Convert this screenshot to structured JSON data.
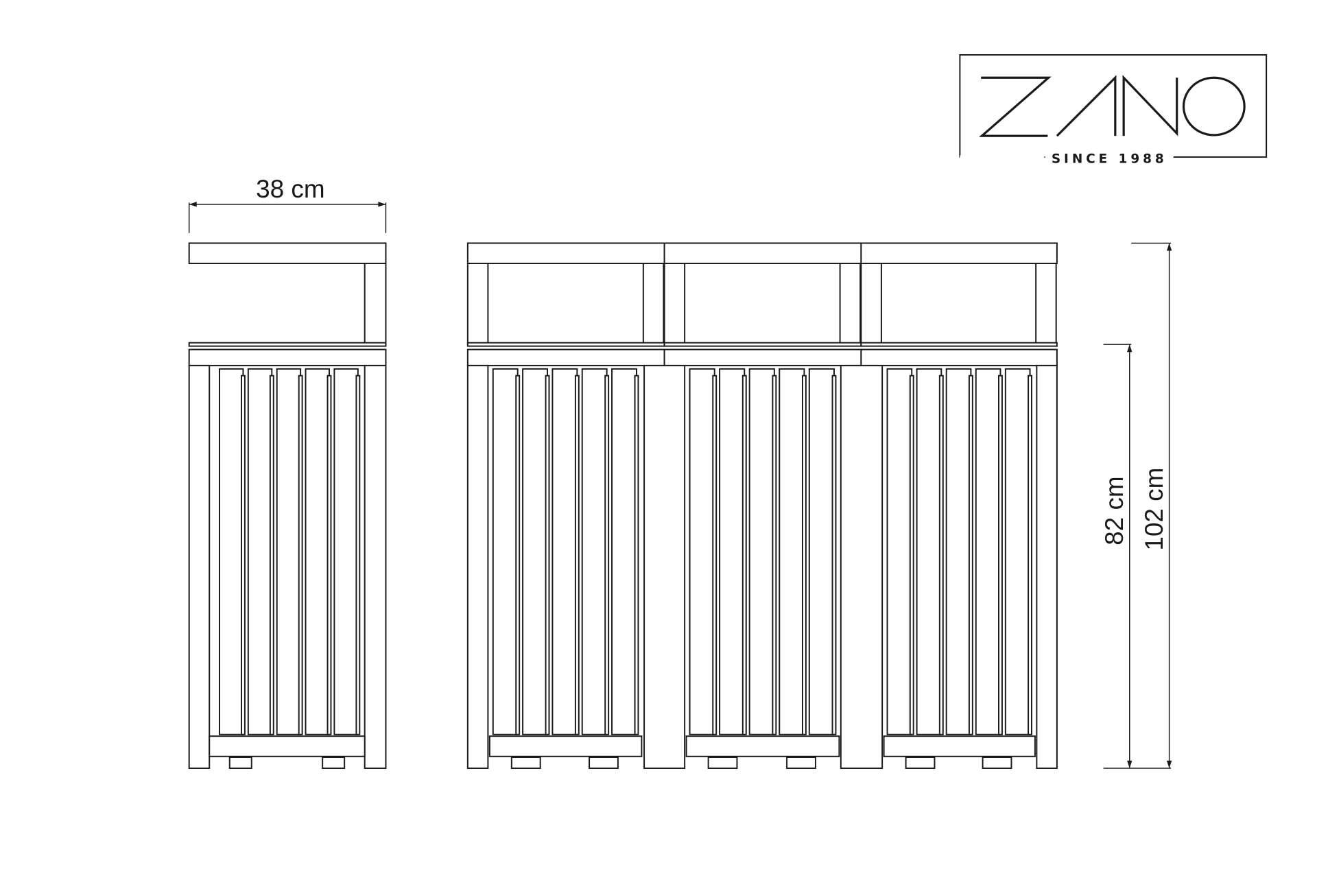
{
  "logo": {
    "brand": "ZANO",
    "tagline": "SINCE 1988"
  },
  "dimensions": {
    "width_label": "38 cm",
    "height_body_label": "82 cm",
    "height_total_label": "102 cm"
  },
  "drawing": {
    "modules_front": 3,
    "slats_per_module": 5,
    "line_color": "#1a1a1a"
  }
}
